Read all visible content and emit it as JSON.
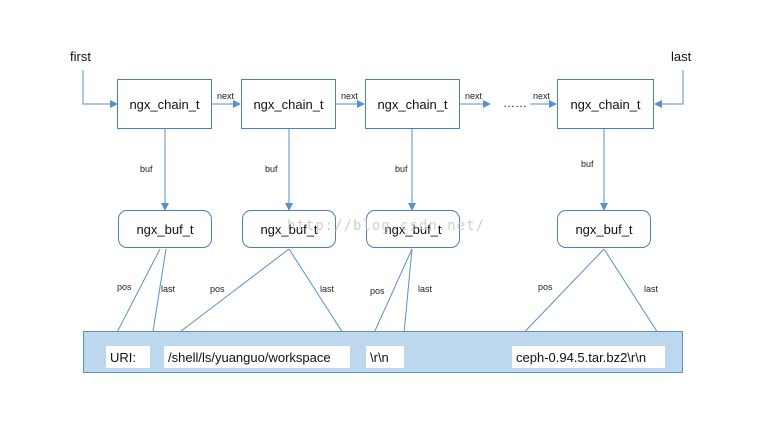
{
  "labels": {
    "first": "first",
    "last": "last",
    "next": "next",
    "buf": "buf",
    "pos": "pos",
    "last_ptr": "last",
    "ellipsis": "……"
  },
  "chain_nodes": [
    {
      "label": "ngx_chain_t"
    },
    {
      "label": "ngx_chain_t"
    },
    {
      "label": "ngx_chain_t"
    },
    {
      "label": "ngx_chain_t"
    }
  ],
  "buf_nodes": [
    {
      "label": "ngx_buf_t"
    },
    {
      "label": "ngx_buf_t"
    },
    {
      "label": "ngx_buf_t"
    },
    {
      "label": "ngx_buf_t"
    }
  ],
  "memory_segments": [
    {
      "text": "URI:"
    },
    {
      "text": "/shell/ls/yuanguo/workspace"
    },
    {
      "text": "\\r\\n"
    },
    {
      "text": "ceph-0.94.5.tar.bz2\\r\\n"
    }
  ],
  "watermark": "http://blog.csdn.net/",
  "colors": {
    "line": "#5b8fc7",
    "box_border": "#4a7fb8",
    "memory_fill": "#bdd7ee"
  }
}
